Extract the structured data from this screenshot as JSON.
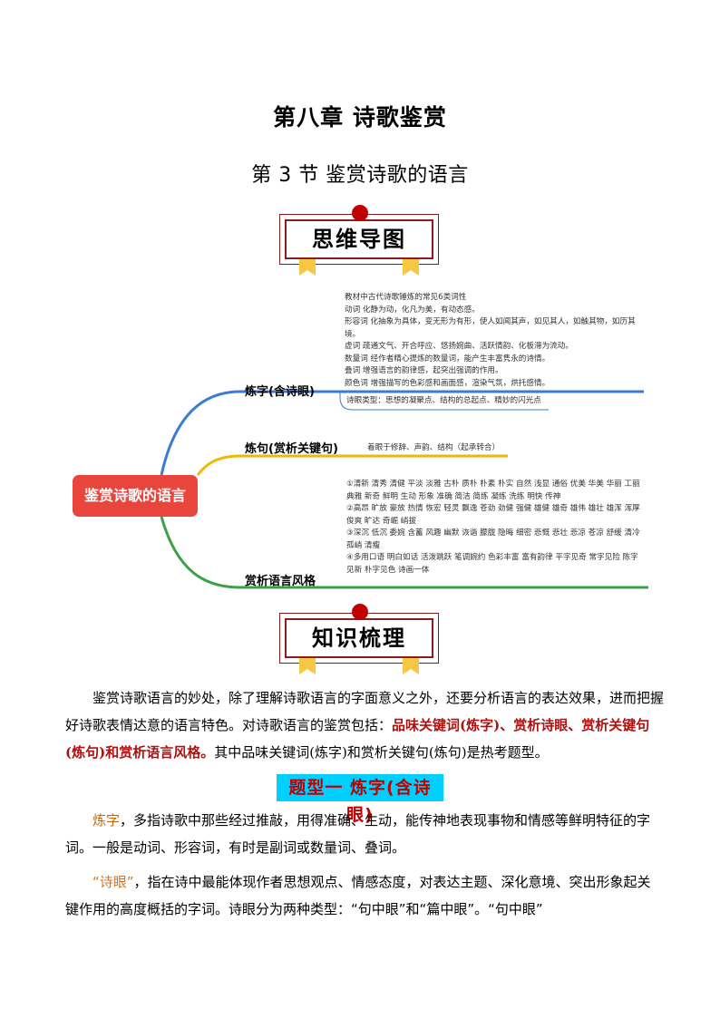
{
  "chapter_title": "第八章  诗歌鉴赏",
  "section_title": "第 3 节  鉴赏诗歌的语言",
  "banner_mindmap": "思维导图",
  "banner_knowledge": "知识梳理",
  "mindmap": {
    "root": "鉴赏诗歌的语言",
    "branches": [
      {
        "label": "炼字(含诗眼)",
        "notes": [
          "教材中古代诗歌锤炼的常见6类词性",
          "动词      化静为动，化凡为美，有动态感。",
          "形容词    化抽象为具体，变无形为有形，使人如闻其声，如见其人，如触其物，如历其境。",
          "虚词      疏通文气、开合呼应、悠扬婉曲、活跃情韵、化板滞为流动。",
          "数量词    经作者精心提炼的数量词，能产生丰富隽永的诗情。",
          "叠词      增强语言的韵律感，起突出强调的作用。",
          "颜色词    增强描写的色彩感和画面感，渲染气氛，烘托感情。"
        ],
        "extra": "诗眼类型：思想的凝聚点、结构的总起点、精妙的闪光点"
      },
      {
        "label": "炼句(赏析关键句)",
        "notes": [
          "着眼于修辞、声韵、结构（起承转合）"
        ]
      },
      {
        "label": "赏析语言风格",
        "notes": [
          "①清新   清秀   清健   平淡   淡雅   古朴   质朴   朴素   朴实   自然   浅显   通俗   优美   华美   华丽   工丽   典雅   新奇   鲜明   生动   形象   准确   简洁   简练   凝练   洗练   明快   传神",
          "②高昂   旷放   豪放   热情   恢宏   轻灵   飘逸   苍劲   劲健   强健   雄健   雄奇   雄伟   雄壮   雄浑   浑厚   俊爽   旷达   奇崛   峭拔",
          "③深沉   低沉   委婉   含蓄   风趣   幽默   诙谐   朦胧   隐晦   细密   悲慨   悲壮   悲凉   苍凉   舒缓   清冷   孤峭   清瘦",
          "④多用口语   明白如话   活泼跳跃   笔调婉约   色彩丰富   富有韵律   平字见奇   常字见险   陈字见新   朴字见色   诗画一体"
        ]
      }
    ]
  },
  "intro_paragraph": {
    "part1": "鉴赏诗歌语言的妙处，除了理解诗歌语言的字面意义之外，还要分析语言的表达效果，进而把握好诗歌表情达意的语言特色。对诗歌语言的鉴赏包括：",
    "highlight": "品味关键词(炼字)、赏析诗眼、赏析关键句(炼句)和赏析语言风格。",
    "part2": "其中品味关键词(炼字)和赏析关键句(炼句)是热考题型。"
  },
  "type_heading": "题型一    炼字(含诗眼)",
  "para_lianzi": {
    "term": "炼字",
    "text": "，多指诗歌中那些经过推敲，用得准确、生动，能传神地表现事物和情感等鲜明特征的字词。一般是动词、形容词，有时是副词或数量词、叠词。"
  },
  "para_shiyan": {
    "term": "“诗眼”",
    "text": "，指在诗中最能体现作者思想观点、情感态度，对表达主题、深化意境、突出形象起关键作用的高度概括的字词。诗眼分为两种类型：“句中眼”和“篇中眼”。“句中眼”"
  },
  "colors": {
    "accent_red": "#c00000",
    "root_red": "#e8453c",
    "branch_blue": "#3a7bd5",
    "branch_yellow": "#f2b705",
    "branch_green": "#3aa14a",
    "type_heading_bg": "#00d0ff"
  }
}
